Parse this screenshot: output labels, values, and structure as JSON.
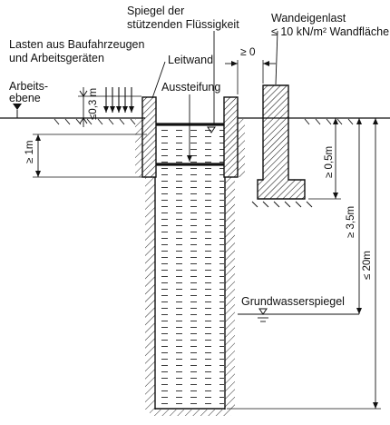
{
  "labels": {
    "spiegel_line1": "Spiegel der",
    "spiegel_line2": "stützenden Flüssigkeit",
    "lasten_line1": "Lasten aus Baufahrzeugen",
    "lasten_line2": "und Arbeitsgeräten",
    "arbeits_line1": "Arbeits-",
    "arbeits_line2": "ebene",
    "leitwand": "Leitwand",
    "aussteifung": "Aussteifung",
    "wandeigenlast_line1": "Wandeigenlast",
    "wandeigenlast_line2": "≤ 10 kN/m² Wandfläche",
    "grundwasserspiegel": "Grundwasserspiegel"
  },
  "dimensions": {
    "dist_0": "≥ 0",
    "dim_03m": "≤0,3 m",
    "dim_1m": "≥ 1m",
    "dim_05m": "≥ 0,5m",
    "dim_35m": "≥ 3,5m",
    "dim_20m": "≤ 20m"
  },
  "colors": {
    "ink": "#111111",
    "background": "#ffffff"
  }
}
